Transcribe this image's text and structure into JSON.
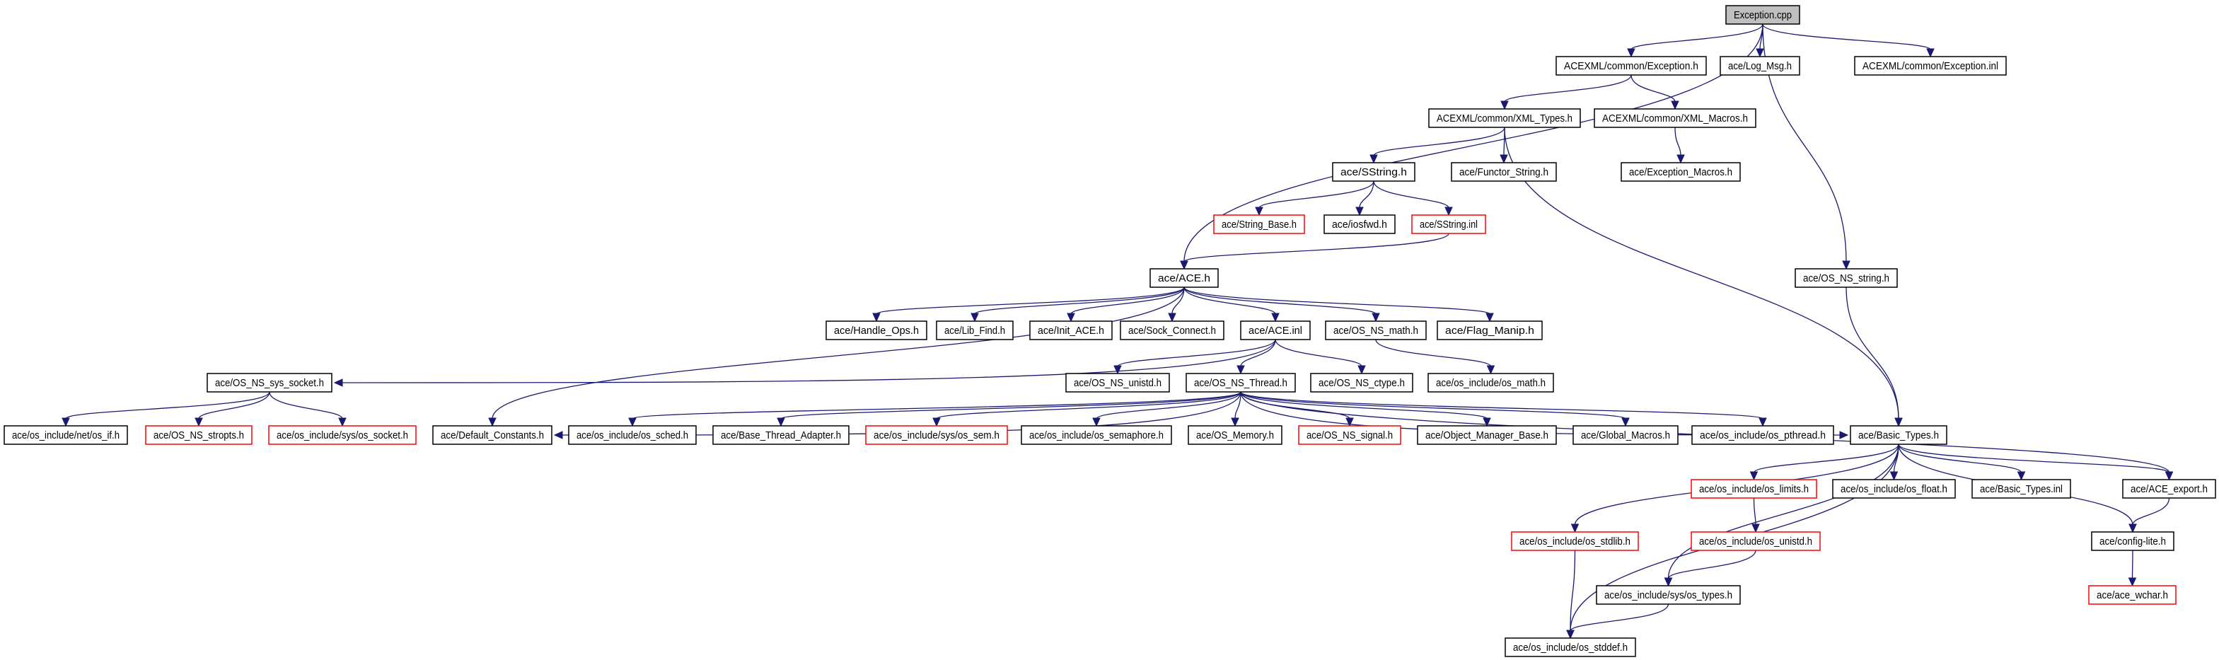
{
  "graph": {
    "title": "Exception.cpp",
    "colors": {
      "edge": "#191970",
      "root_fill": "#bfbfbf",
      "missing_border": "#ff0000",
      "normal_border": "#000000"
    },
    "nodes": [
      {
        "id": "exc_cpp",
        "label": "Exception.cpp",
        "kind": "root"
      },
      {
        "id": "exml_exc_h",
        "label": "ACEXML/common/Exception.h",
        "kind": "normal"
      },
      {
        "id": "log_msg",
        "label": "ace/Log_Msg.h",
        "kind": "normal"
      },
      {
        "id": "exc_inl",
        "label": "ACEXML/common/Exception.inl",
        "kind": "normal"
      },
      {
        "id": "xml_types",
        "label": "ACEXML/common/XML_Types.h",
        "kind": "normal"
      },
      {
        "id": "xml_macros",
        "label": "ACEXML/common/XML_Macros.h",
        "kind": "normal"
      },
      {
        "id": "sstring_h",
        "label": "ace/SString.h",
        "kind": "normal"
      },
      {
        "id": "functor",
        "label": "ace/Functor_String.h",
        "kind": "normal"
      },
      {
        "id": "exc_macros",
        "label": "ace/Exception_Macros.h",
        "kind": "normal"
      },
      {
        "id": "string_base",
        "label": "ace/String_Base.h",
        "kind": "missing"
      },
      {
        "id": "iosfwd",
        "label": "ace/iosfwd.h",
        "kind": "normal"
      },
      {
        "id": "sstring_inl",
        "label": "ace/SString.inl",
        "kind": "missing"
      },
      {
        "id": "ace_h",
        "label": "ace/ACE.h",
        "kind": "normal"
      },
      {
        "id": "os_ns_string",
        "label": "ace/OS_NS_string.h",
        "kind": "normal"
      },
      {
        "id": "handle_ops",
        "label": "ace/Handle_Ops.h",
        "kind": "normal"
      },
      {
        "id": "lib_find",
        "label": "ace/Lib_Find.h",
        "kind": "normal"
      },
      {
        "id": "init_ace",
        "label": "ace/Init_ACE.h",
        "kind": "normal"
      },
      {
        "id": "sock_connect",
        "label": "ace/Sock_Connect.h",
        "kind": "normal"
      },
      {
        "id": "ace_inl",
        "label": "ace/ACE.inl",
        "kind": "normal"
      },
      {
        "id": "os_ns_math",
        "label": "ace/OS_NS_math.h",
        "kind": "normal"
      },
      {
        "id": "flag_manip",
        "label": "ace/Flag_Manip.h",
        "kind": "normal"
      },
      {
        "id": "sys_socket",
        "label": "ace/OS_NS_sys_socket.h",
        "kind": "normal"
      },
      {
        "id": "os_ns_unistd",
        "label": "ace/OS_NS_unistd.h",
        "kind": "normal"
      },
      {
        "id": "os_ns_thread",
        "label": "ace/OS_NS_Thread.h",
        "kind": "normal"
      },
      {
        "id": "os_ns_ctype",
        "label": "ace/OS_NS_ctype.h",
        "kind": "normal"
      },
      {
        "id": "os_math",
        "label": "ace/os_include/os_math.h",
        "kind": "normal"
      },
      {
        "id": "os_if",
        "label": "ace/os_include/net/os_if.h",
        "kind": "normal"
      },
      {
        "id": "stropts",
        "label": "ace/OS_NS_stropts.h",
        "kind": "missing"
      },
      {
        "id": "os_socket",
        "label": "ace/os_include/sys/os_socket.h",
        "kind": "missing"
      },
      {
        "id": "default_constants",
        "label": "ace/Default_Constants.h",
        "kind": "normal"
      },
      {
        "id": "os_sched",
        "label": "ace/os_include/os_sched.h",
        "kind": "normal"
      },
      {
        "id": "base_thread",
        "label": "ace/Base_Thread_Adapter.h",
        "kind": "normal"
      },
      {
        "id": "os_sem",
        "label": "ace/os_include/sys/os_sem.h",
        "kind": "missing"
      },
      {
        "id": "os_semaphore",
        "label": "ace/os_include/os_semaphore.h",
        "kind": "normal"
      },
      {
        "id": "os_memory",
        "label": "ace/OS_Memory.h",
        "kind": "normal"
      },
      {
        "id": "os_ns_signal",
        "label": "ace/OS_NS_signal.h",
        "kind": "missing"
      },
      {
        "id": "obj_mgr",
        "label": "ace/Object_Manager_Base.h",
        "kind": "normal"
      },
      {
        "id": "global_macros",
        "label": "ace/Global_Macros.h",
        "kind": "normal"
      },
      {
        "id": "os_pthread",
        "label": "ace/os_include/os_pthread.h",
        "kind": "normal"
      },
      {
        "id": "basic_types",
        "label": "ace/Basic_Types.h",
        "kind": "normal"
      },
      {
        "id": "os_limits",
        "label": "ace/os_include/os_limits.h",
        "kind": "missing"
      },
      {
        "id": "os_float",
        "label": "ace/os_include/os_float.h",
        "kind": "normal"
      },
      {
        "id": "basic_types_inl",
        "label": "ace/Basic_Types.inl",
        "kind": "normal"
      },
      {
        "id": "ace_export",
        "label": "ace/ACE_export.h",
        "kind": "normal"
      },
      {
        "id": "os_stdlib",
        "label": "ace/os_include/os_stdlib.h",
        "kind": "missing"
      },
      {
        "id": "os_unistd",
        "label": "ace/os_include/os_unistd.h",
        "kind": "missing"
      },
      {
        "id": "config_lite",
        "label": "ace/config-lite.h",
        "kind": "normal"
      },
      {
        "id": "os_types",
        "label": "ace/os_include/sys/os_types.h",
        "kind": "normal"
      },
      {
        "id": "ace_wchar",
        "label": "ace/ace_wchar.h",
        "kind": "missing"
      },
      {
        "id": "os_stddef",
        "label": "ace/os_include/os_stddef.h",
        "kind": "normal"
      }
    ],
    "edges": [
      [
        "exc_cpp",
        "ace_h"
      ],
      [
        "exc_cpp",
        "exml_exc_h"
      ],
      [
        "exc_cpp",
        "log_msg"
      ],
      [
        "exc_cpp",
        "os_ns_string"
      ],
      [
        "exc_cpp",
        "exc_inl"
      ],
      [
        "exml_exc_h",
        "xml_types"
      ],
      [
        "exml_exc_h",
        "xml_macros"
      ],
      [
        "xml_types",
        "sstring_h"
      ],
      [
        "xml_types",
        "functor"
      ],
      [
        "xml_types",
        "basic_types"
      ],
      [
        "xml_macros",
        "exc_macros"
      ],
      [
        "sstring_h",
        "string_base"
      ],
      [
        "sstring_h",
        "iosfwd"
      ],
      [
        "sstring_h",
        "sstring_inl"
      ],
      [
        "sstring_inl",
        "ace_h"
      ],
      [
        "ace_h",
        "default_constants"
      ],
      [
        "ace_h",
        "handle_ops"
      ],
      [
        "ace_h",
        "lib_find"
      ],
      [
        "ace_h",
        "init_ace"
      ],
      [
        "ace_h",
        "sock_connect"
      ],
      [
        "ace_h",
        "ace_inl"
      ],
      [
        "ace_h",
        "os_ns_math"
      ],
      [
        "ace_h",
        "flag_manip"
      ],
      [
        "ace_inl",
        "sys_socket"
      ],
      [
        "ace_inl",
        "os_ns_unistd"
      ],
      [
        "ace_inl",
        "os_ns_thread"
      ],
      [
        "ace_inl",
        "os_ns_ctype"
      ],
      [
        "os_ns_math",
        "os_math"
      ],
      [
        "sys_socket",
        "os_if"
      ],
      [
        "sys_socket",
        "stropts"
      ],
      [
        "sys_socket",
        "os_socket"
      ],
      [
        "os_ns_thread",
        "default_constants"
      ],
      [
        "os_ns_thread",
        "os_sched"
      ],
      [
        "os_ns_thread",
        "base_thread"
      ],
      [
        "os_ns_thread",
        "os_sem"
      ],
      [
        "os_ns_thread",
        "os_semaphore"
      ],
      [
        "os_ns_thread",
        "os_memory"
      ],
      [
        "os_ns_thread",
        "os_ns_signal"
      ],
      [
        "os_ns_thread",
        "obj_mgr"
      ],
      [
        "os_ns_thread",
        "global_macros"
      ],
      [
        "os_ns_thread",
        "os_pthread"
      ],
      [
        "os_ns_thread",
        "basic_types"
      ],
      [
        "os_ns_thread",
        "ace_export"
      ],
      [
        "os_ns_string",
        "basic_types"
      ],
      [
        "basic_types",
        "os_limits"
      ],
      [
        "basic_types",
        "os_float"
      ],
      [
        "basic_types",
        "basic_types_inl"
      ],
      [
        "basic_types",
        "ace_export"
      ],
      [
        "basic_types",
        "config_lite"
      ],
      [
        "basic_types",
        "os_stdlib"
      ],
      [
        "basic_types",
        "os_types"
      ],
      [
        "basic_types",
        "os_stddef"
      ],
      [
        "os_limits",
        "os_unistd"
      ],
      [
        "os_unistd",
        "os_types"
      ],
      [
        "os_stdlib",
        "os_stddef"
      ],
      [
        "os_types",
        "os_stddef"
      ],
      [
        "ace_export",
        "config_lite"
      ],
      [
        "config_lite",
        "ace_wchar"
      ]
    ]
  }
}
